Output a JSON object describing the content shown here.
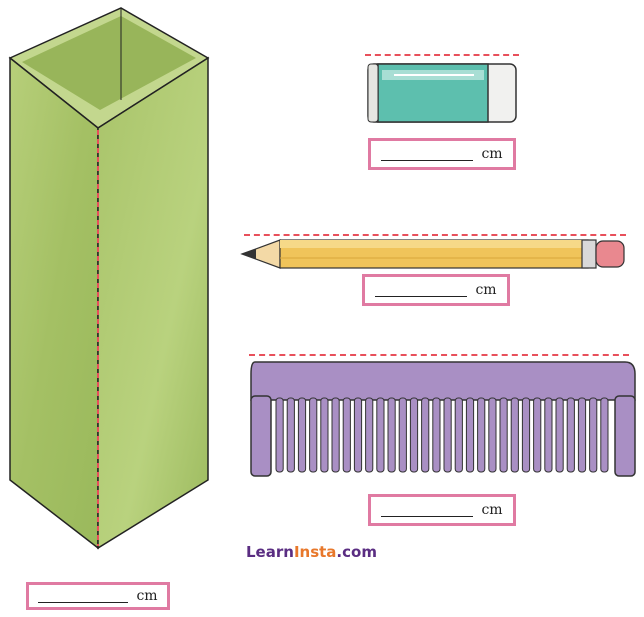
{
  "items": [
    {
      "name": "tall-box",
      "unit": "cm"
    },
    {
      "name": "eraser",
      "unit": "cm"
    },
    {
      "name": "pencil",
      "unit": "cm"
    },
    {
      "name": "comb",
      "unit": "cm"
    }
  ],
  "brand": {
    "part1": "Learn",
    "part2": "Insta",
    "part3": ".com"
  },
  "colors": {
    "box_green": "#a9c46a",
    "box_green_dark": "#8fae52",
    "eraser_teal": "#5dbfae",
    "pencil_yellow": "#f0c45a",
    "eraser_pink": "#e9888f",
    "comb_purple": "#a98fc4",
    "measure_line": "#e8505b",
    "answer_border": "#e07aa2",
    "brand_purple": "#5a2d82",
    "brand_orange": "#e8782b"
  }
}
